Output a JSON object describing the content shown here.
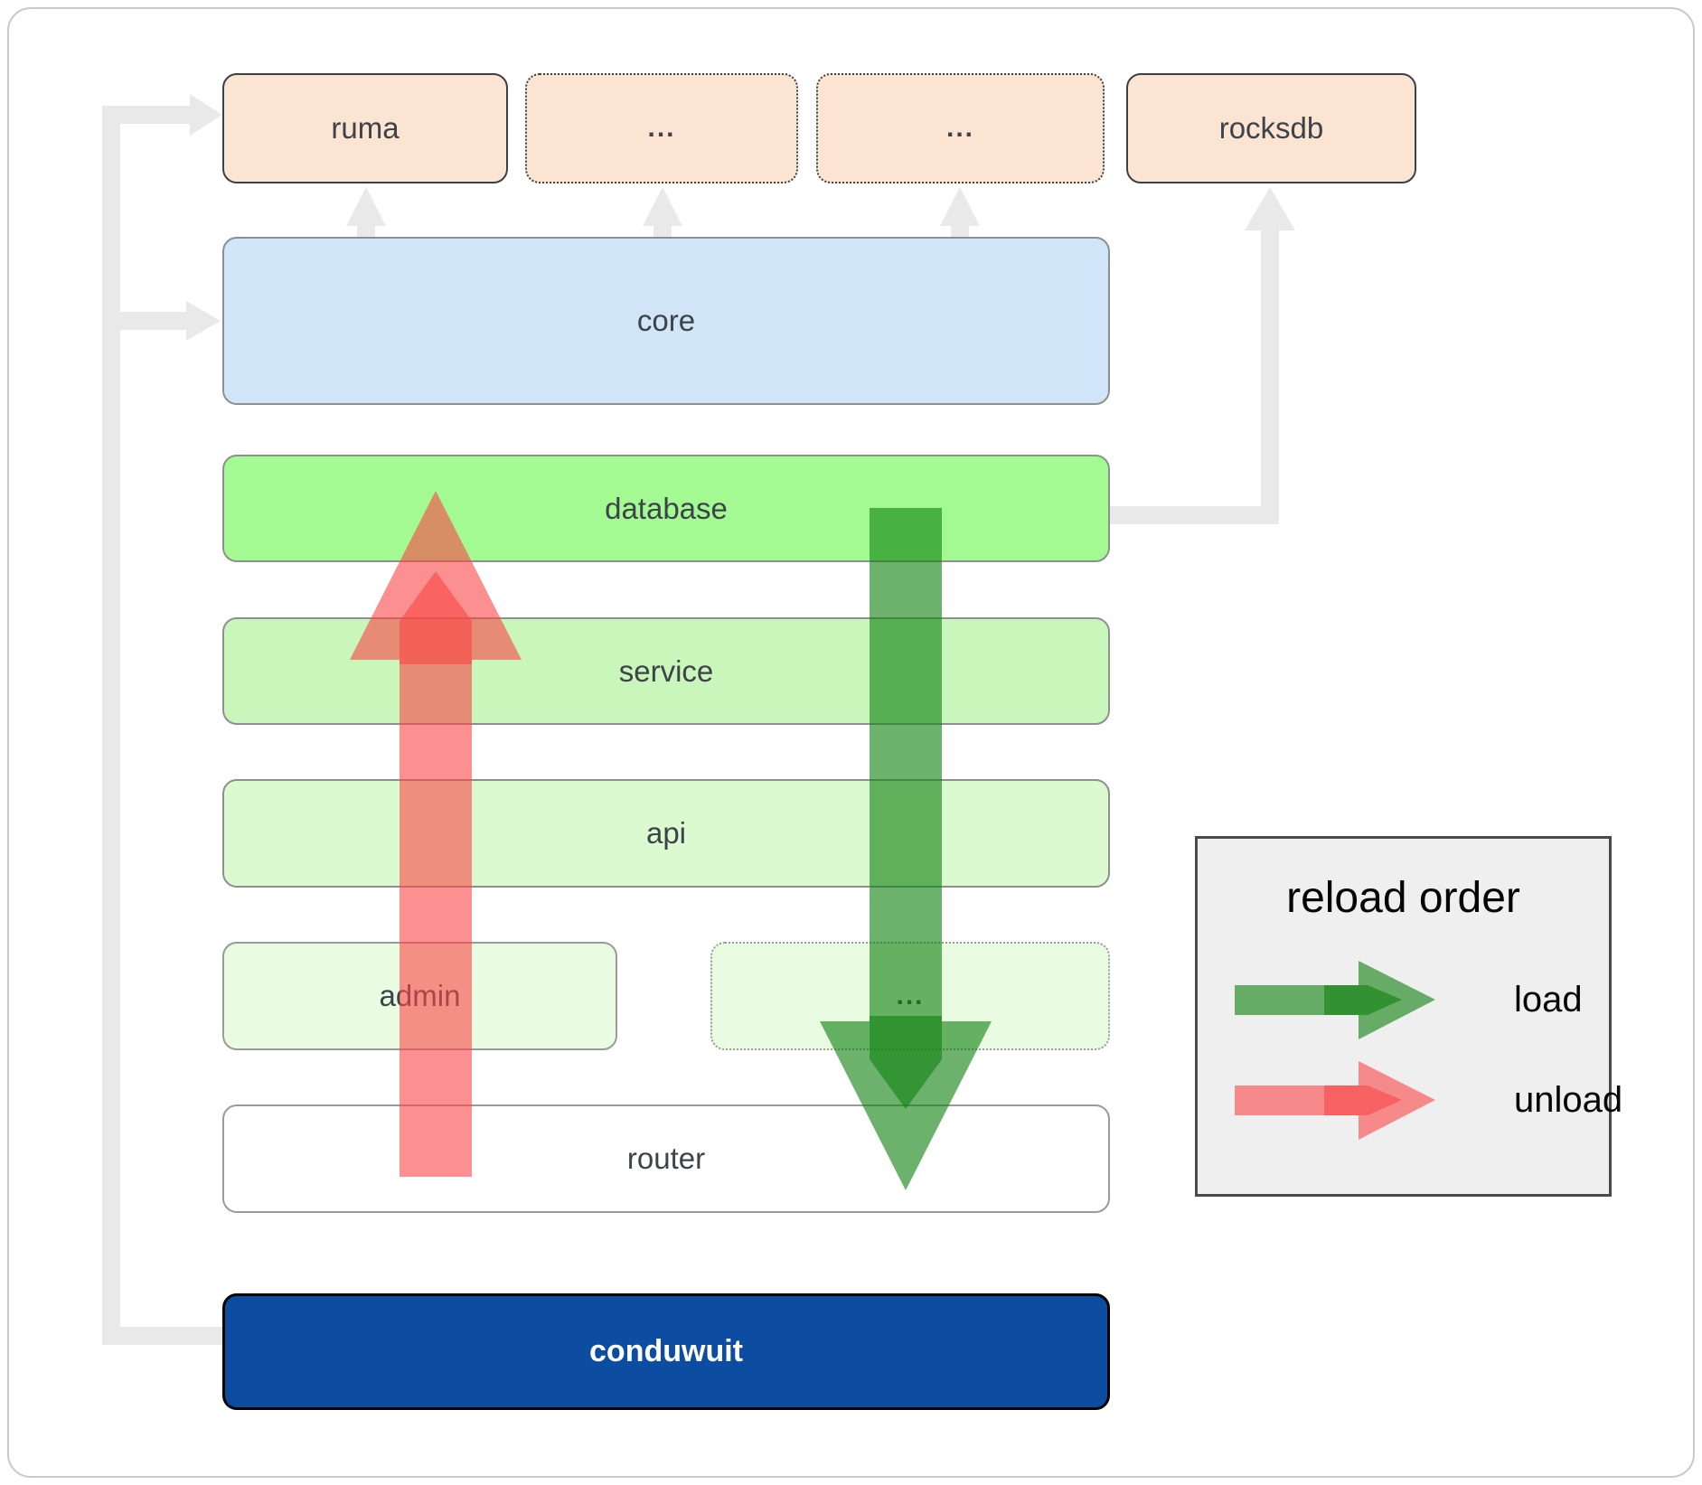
{
  "diagram": {
    "top_row": {
      "ruma": "ruma",
      "mid1": "...",
      "mid2": "...",
      "rocksdb": "rocksdb"
    },
    "layers": {
      "core": "core",
      "database": "database",
      "service": "service",
      "api": "api",
      "admin": "admin",
      "admin_more": "...",
      "router": "router",
      "app": "conduwuit"
    }
  },
  "legend": {
    "title": "reload order",
    "load": "load",
    "unload": "unload"
  },
  "colors": {
    "peach_box": "#fce4d2",
    "core_blue": "#d1e5f8",
    "database_green": "#a4fa92",
    "service_green": "#c9f6bb",
    "api_green": "#dcfad0",
    "admin_green": "#e9fce2",
    "router_white": "#ffffff",
    "conduwuit_blue": "#0d4da1",
    "connector_gray": "#e9e9e9",
    "load_green": "#128312",
    "unload_red": "#fa4646",
    "label_gray": "#3d4349"
  }
}
